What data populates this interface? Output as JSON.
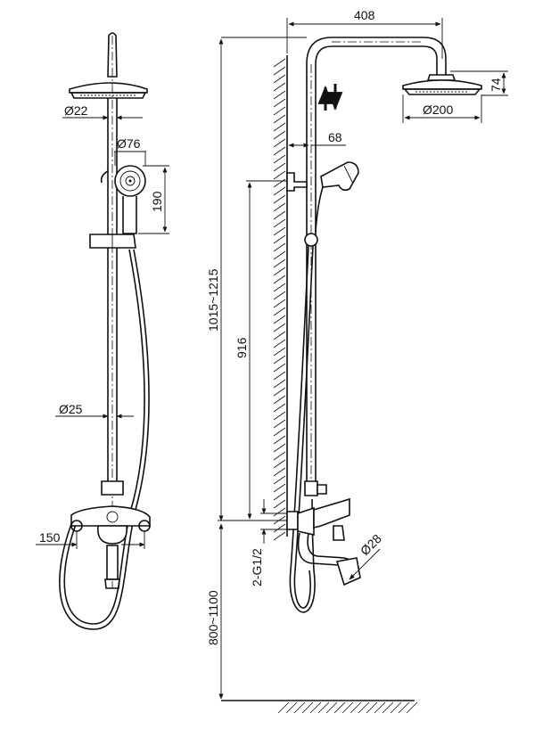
{
  "dimensions": {
    "rain_diameter_side": "Ø22",
    "hand_shower_diameter": "Ø76",
    "hand_shower_height": "190",
    "rail_diameter": "Ø25",
    "mixer_spacing": "150",
    "arm_reach": "408",
    "rain_head_height": "74",
    "rain_head_diameter": "Ø200",
    "wall_offset": "68",
    "total_height": "1015~1215",
    "bracket_height": "916",
    "inlet_thread": "2-G1/2",
    "spout_diameter": "Ø28",
    "mixer_height": "800~1100"
  }
}
